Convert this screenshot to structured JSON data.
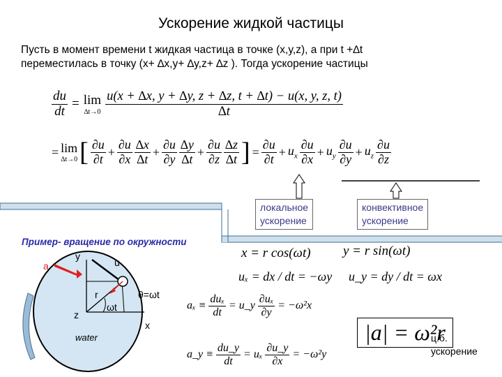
{
  "slide": {
    "title": "Ускорение жидкой частицы",
    "intro_line1": "Пусть в момент времени t жидкая частица в точке (x,y,z),  а при t +∆t",
    "intro_line2": "переместилась в точку (x+ ∆x,y+ ∆y,z+ ∆z ). Тогда ускорение частицы"
  },
  "formula1": {
    "lhs_num": "du",
    "lhs_den": "dt",
    "eq": "=",
    "lim": "lim",
    "lim_sub": "∆t→0",
    "num": "u(x + ∆x, y + ∆y, z + ∆z, t + ∆t) − u(x, y, z, t)",
    "den": "∆t"
  },
  "formula2": {
    "lim": "lim",
    "lim_sub": "∆t→0",
    "t1n": "∂u",
    "t1d": "∂t",
    "t2n": "∂u",
    "t2d": "∂x",
    "t2bn": "∆x",
    "t2bd": "∆t",
    "t3n": "∂u",
    "t3d": "∂y",
    "t3bn": "∆y",
    "t3bd": "∆t",
    "t4n": "∂u",
    "t4d": "∂z",
    "t4bn": "∆z",
    "t4bd": "∆t",
    "r1n": "∂u",
    "r1d": "∂t",
    "ux": "u",
    "ux_sub": "x",
    "r2n": "∂u",
    "r2d": "∂x",
    "uy": "u",
    "uy_sub": "y",
    "r3n": "∂u",
    "r3d": "∂y",
    "uz": "u",
    "uz_sub": "z",
    "r4n": "∂u",
    "r4d": "∂z"
  },
  "labels": {
    "local": [
      "локальное",
      "ускорение"
    ],
    "convective": [
      "конвективное",
      "ускорение"
    ]
  },
  "example": {
    "title": "Пример- вращение по окружности",
    "a": "a",
    "y": "y",
    "u": "u",
    "r": "r",
    "wt": "ωt",
    "theta": "θ=ωt",
    "z": "z",
    "x": "x",
    "water": "water"
  },
  "equations": {
    "x_eq": "x = r cos(ωt)",
    "y_eq": "y = r sin(ωt)",
    "ux_eq": "uₓ = dx / dt = −ωy",
    "uy_eq": "u_y = dy / dt = ωx",
    "ax_lhs": "aₓ ≡",
    "ax_n1": "duₓ",
    "ax_d1": "dt",
    "ax_mid": "= u_y",
    "ax_n2": "∂uₓ",
    "ax_d2": "∂y",
    "ax_rhs": "= −ω²x",
    "ay_lhs": "a_y ≡",
    "ay_n1": "du_y",
    "ay_d1": "dt",
    "ay_mid": "= uₓ",
    "ay_n2": "∂u_y",
    "ay_d2": "∂x",
    "ay_rhs": "= −ω²y",
    "a_mag": "|a| = ω²r",
    "centripetal": [
      "ц.б.",
      "ускорение"
    ]
  }
}
